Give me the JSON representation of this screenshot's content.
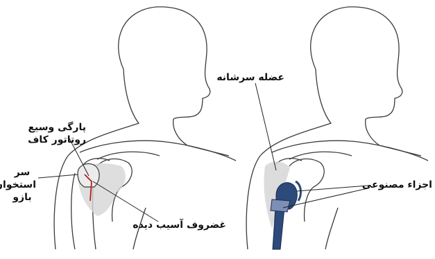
{
  "labels": {
    "rotator_cuff_tear": [
      "پارگی وسیع",
      "روتاتور کاف"
    ],
    "humeral_head": [
      "سر",
      "استخوان",
      "بازو"
    ],
    "damaged_cartilage": "غضروف آسیب دیده",
    "deltoid_muscle": "عضله سرشانه",
    "artificial_components": "اجزاء مصنوعی"
  },
  "colors": {
    "outline": "#3a3a3a",
    "shade": "#d6d6d6",
    "implant": "#2c4a7a",
    "implant_light": "#7c8fb4",
    "tear_mark": "#b02020"
  }
}
